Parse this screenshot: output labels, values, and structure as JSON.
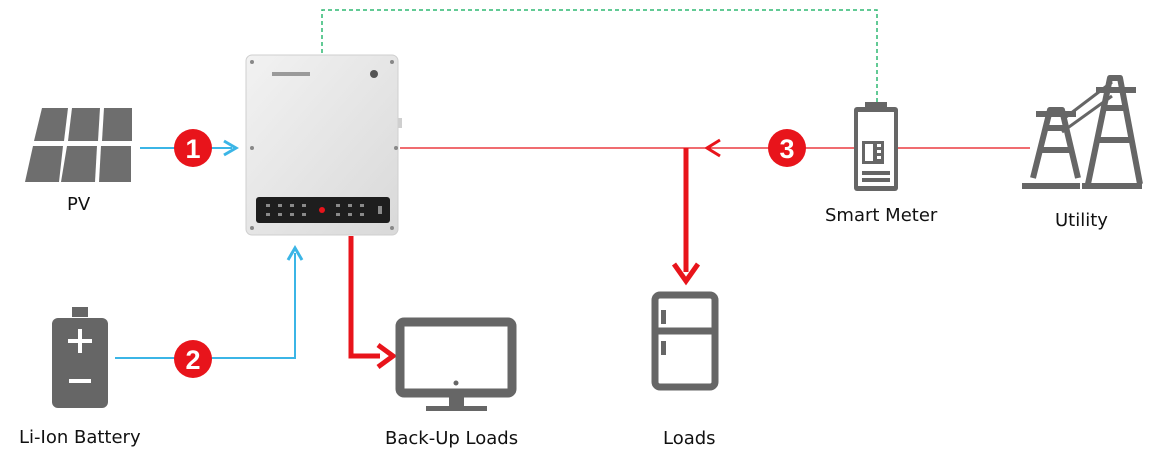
{
  "labels": {
    "pv": "PV",
    "battery": "Li-Ion Battery",
    "backup_loads": "Back-Up Loads",
    "loads": "Loads",
    "smart_meter": "Smart Meter",
    "utility": "Utility"
  },
  "steps": {
    "one": "1",
    "two": "2",
    "three": "3"
  },
  "colors": {
    "power_line": "#e8141b",
    "dc_line": "#3bb5e6",
    "comm_line": "#2eb872",
    "icon_gray": "#666666",
    "panel_gray": "#6e6e6e",
    "badge": "#e8141b"
  },
  "icons": {
    "pv": "solar-panel-icon",
    "battery": "battery-icon",
    "inverter": "hybrid-inverter-icon",
    "backup_loads": "monitor-icon",
    "loads": "refrigerator-icon",
    "smart_meter": "smart-meter-icon",
    "utility": "power-pylon-icon"
  }
}
